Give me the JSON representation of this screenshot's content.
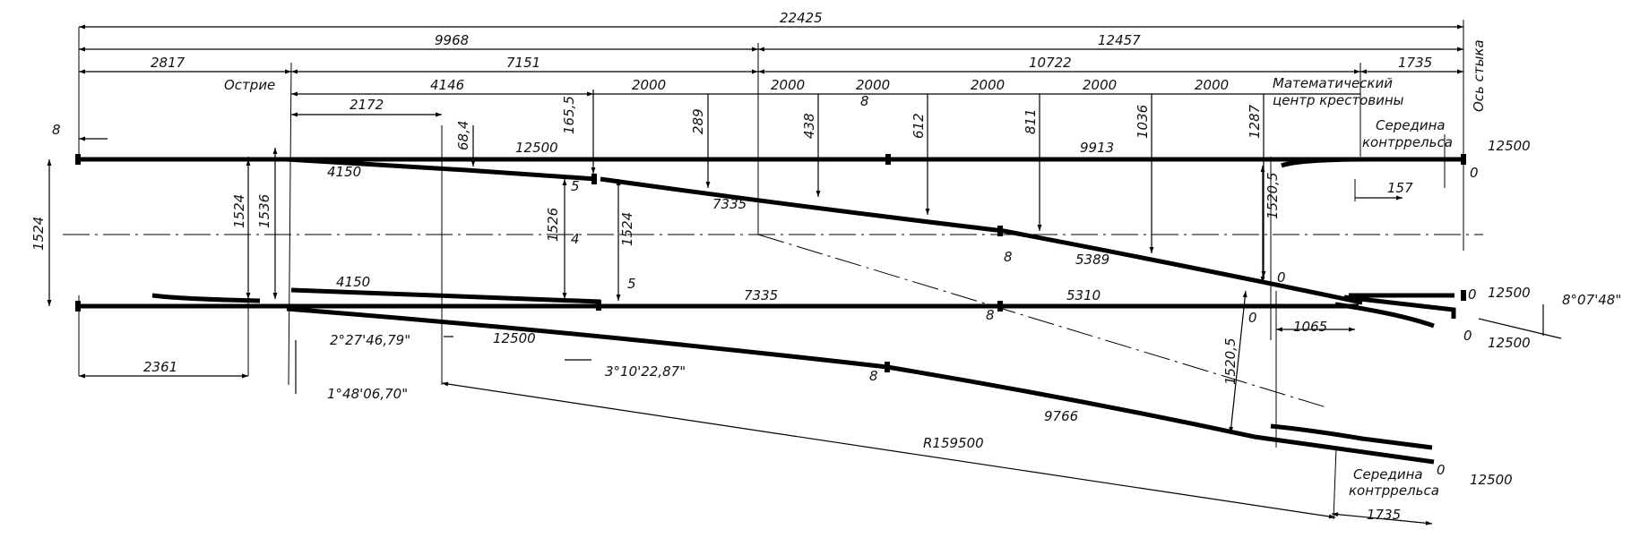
{
  "labels": {
    "total": "22425",
    "row2_left": "9968",
    "row2_right": "12457",
    "row3_a": "2817",
    "row3_b": "7151",
    "row3_c": "10722",
    "row3_d": "1735",
    "row4_a": "4146",
    "row4_b": "2000",
    "row4_c": "2000",
    "row4_d": "2000",
    "row4_e": "2000",
    "row4_f": "2000",
    "row4_g": "2000",
    "row5_a": "2172",
    "gap_8_top": "8",
    "gap_8_left": "8",
    "ostrie": "Острие",
    "math_center_1": "Математический",
    "math_center_2": "центр крестовины",
    "os_styka": "Ось стыка",
    "seredina_1": "Середина",
    "kontrrelsa_1": "контррельса",
    "seredina_2": "Середина",
    "kontrrelsa_2": "контррельса",
    "ord_68_4": "68,4",
    "ord_165_5": "165,5",
    "ord_289": "289",
    "ord_438": "438",
    "ord_612": "612",
    "ord_811": "811",
    "ord_1036": "1036",
    "ord_1287": "1287",
    "rail_12500_a": "12500",
    "rail_12500_b": "12500",
    "rail_12500_c": "12500",
    "rail_12500_d": "12500",
    "rail_12500_e": "12500",
    "rail_12500_f": "12500",
    "len_4150_a": "4150",
    "len_4150_b": "4150",
    "len_7335_a": "7335",
    "len_7335_b": "7335",
    "len_5389": "5389",
    "len_5310": "5310",
    "len_9913": "9913",
    "len_9766": "9766",
    "len_157": "157",
    "len_1065": "1065",
    "len_2361": "2361",
    "len_1735_b": "1735",
    "gauge_1524_a": "1524",
    "gauge_1524_b": "1524",
    "gauge_1536": "1536",
    "gauge_1526": "1526",
    "gauge_1524_c": "1524",
    "gauge_1520_5_a": "1520,5",
    "gauge_1520_5_b": "1520,5",
    "small_5_a": "5",
    "small_5_b": "5",
    "small_4": "4",
    "small_8_a": "8",
    "small_8_b": "8",
    "small_8_c": "8",
    "zero_a": "0",
    "zero_b": "0",
    "zero_c": "0",
    "zero_d": "0",
    "zero_e": "0",
    "zero_f": "0",
    "angle_1": "2°27'46,79\"",
    "angle_2": "1°48'06,70\"",
    "angle_3": "3°10'22,87\"",
    "angle_4": "8°07'48\"",
    "radius": "R159500"
  }
}
